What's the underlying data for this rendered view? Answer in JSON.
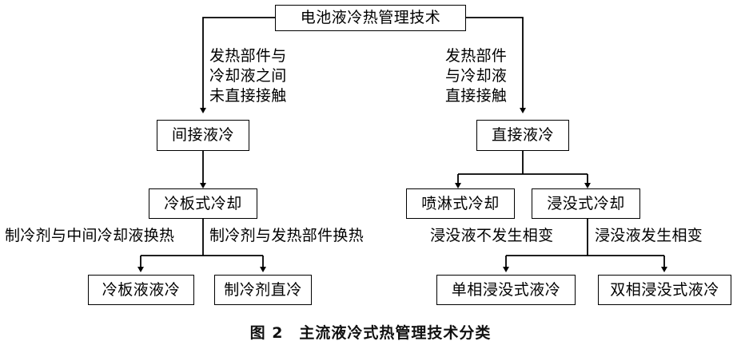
{
  "figure": {
    "caption_label": "图 2",
    "caption_title": "主流液冷式热管理技术分类",
    "caption_full": "图 2　主流液冷式热管理技术分类",
    "line_color": "#000000",
    "background_color": "#ffffff",
    "text_color": "#000000"
  },
  "nodes": {
    "root": "电池液冷热管理技术",
    "indirect_liquid_cooling": "间接液冷",
    "direct_liquid_cooling": "直接液冷",
    "cold_plate_cooling": "冷板式冷却",
    "spray_cooling": "喷淋式冷却",
    "immersion_cooling": "浸没式冷却",
    "cold_plate_liquid_to_liquid": "冷板液液冷",
    "refrigerant_direct_cooling": "制冷剂直冷",
    "single_phase_immersion": "单相浸没式液冷",
    "two_phase_immersion": "双相浸没式液冷"
  },
  "edge_labels": {
    "root_to_indirect": {
      "line1": "发热部件与",
      "line2": "冷却液之间",
      "line3": "未直接接触"
    },
    "root_to_direct": {
      "line1": "发热部件",
      "line2": "与冷却液",
      "line3": "直接接触"
    },
    "coldplate_to_liquid_liquid": "制冷剂与中间冷却液换热",
    "coldplate_to_refrigerant": "制冷剂与发热部件换热",
    "immersion_to_single_phase": "浸没液不发生相变",
    "immersion_to_two_phase": "浸没液发生相变"
  }
}
